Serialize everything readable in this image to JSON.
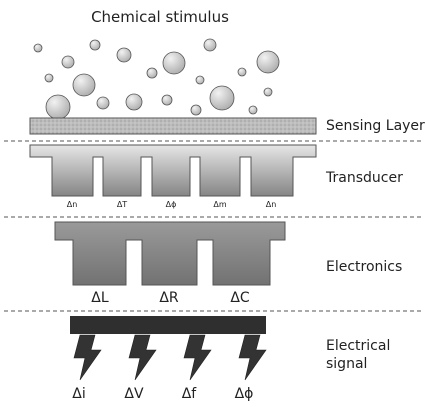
{
  "title": "Chemical stimulus",
  "layers": {
    "sensing": "Sensing Layer",
    "transducer": "Transducer",
    "electronics": "Electronics",
    "signal_line1": "Electrical",
    "signal_line2": "signal"
  },
  "transducer_params": [
    "Δn",
    "ΔT",
    "Δϕ",
    "Δm",
    "Δn"
  ],
  "electronics_params": [
    "ΔL",
    "ΔR",
    "ΔC"
  ],
  "signal_params": [
    "Δi",
    "ΔV",
    "Δf",
    "Δϕ"
  ],
  "colors": {
    "sensing_fill": "#b8b8b8",
    "transducer_top": "#e4e4e4",
    "transducer_bottom": "#8a8a8a",
    "electronics_fill": "#7e7e7e",
    "signal_fill": "#2f2f2f",
    "bubble_fill": "#cfcfcf",
    "divider": "#555555"
  }
}
